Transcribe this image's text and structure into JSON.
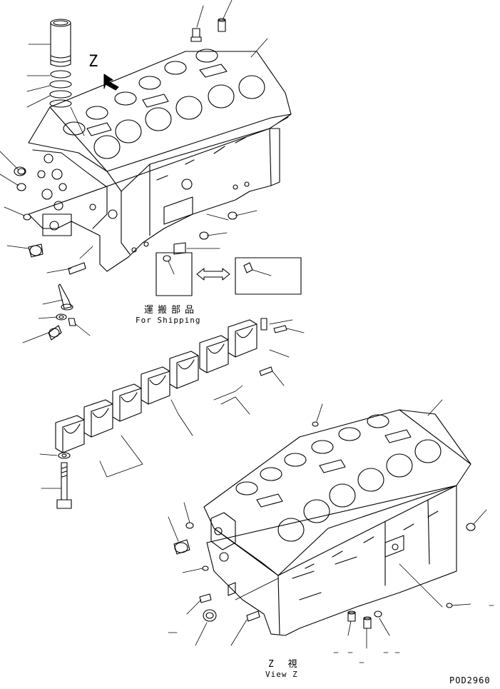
{
  "diagram": {
    "view_marker": "Z",
    "shipping": {
      "jp": "運搬部品",
      "en": "For Shipping"
    },
    "view": {
      "jp": "Z 視",
      "en": "View Z"
    },
    "drawing_code": "POD2960"
  }
}
